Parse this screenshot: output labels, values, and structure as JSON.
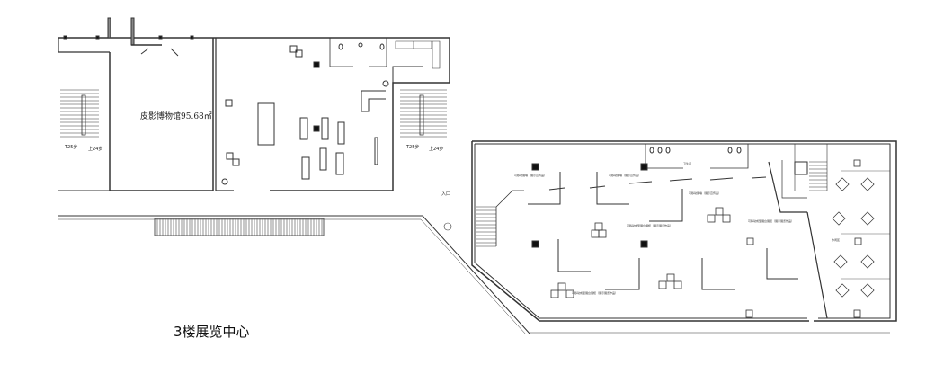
{
  "plan": {
    "title": "3楼展览中心",
    "entrance": "入口",
    "room_main": "皮影博物馆95.68㎡",
    "stairs": [
      {
        "down": "T25步",
        "up": "上24步"
      },
      {
        "down": "T25步",
        "up": "上24步"
      }
    ],
    "small_labels": {
      "wall_label": "可移动展墙（展示宣传品）",
      "exhibit_label": "可移动成型展台展柜（展示展览作品）",
      "restroom": "卫生间",
      "cafe": "休闲区"
    },
    "colors": {
      "line": "#333333",
      "fill": "#111111",
      "bench": "#777777"
    }
  }
}
